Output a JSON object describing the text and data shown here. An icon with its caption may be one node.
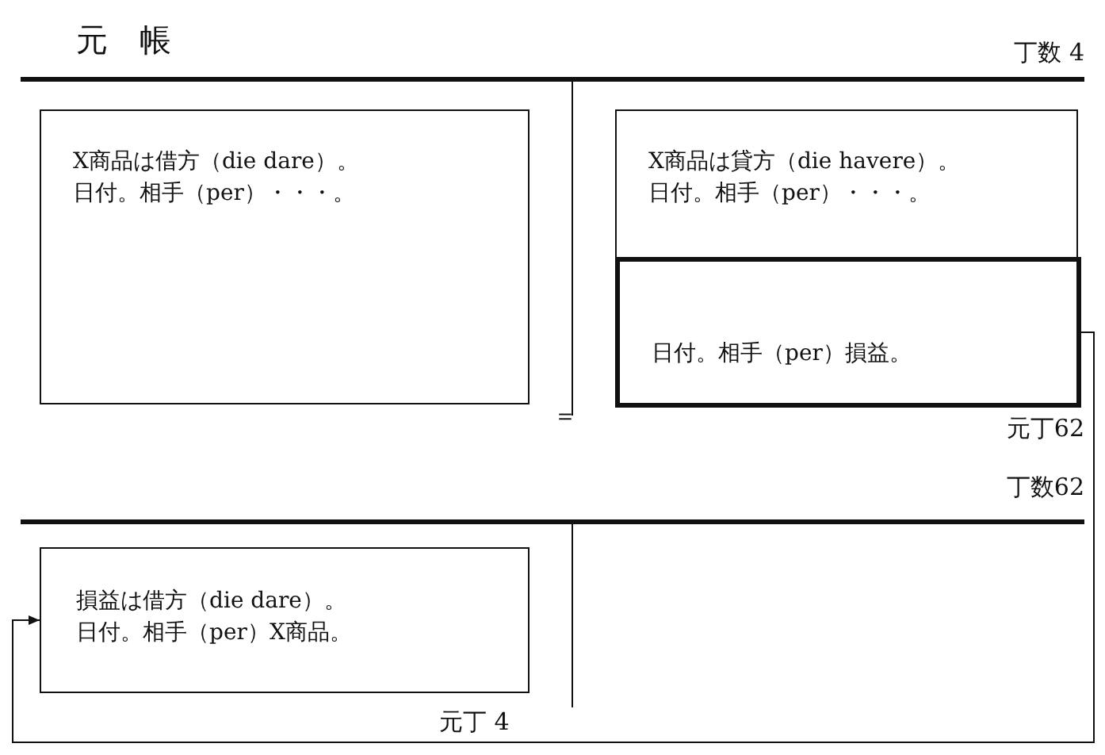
{
  "diagram": {
    "title": "元　帳",
    "nodes": [
      {
        "text": [
          "X商品は借方（die dare）。",
          "日付。相手（per）・・・。"
        ]
      },
      {
        "text": [
          "X商品は貸方（die havere）。",
          "日付。相手（per）・・・。"
        ]
      },
      {
        "text": [
          "日付。相手（per）損益。"
        ],
        "in": 1
      },
      {
        "text": [
          "損益は借方（die dare）。",
          "日付。相手（per）X商品。"
        ]
      }
    ],
    "edges": [
      {
        "from": 2,
        "to": 3,
        "arrow": "to"
      }
    ],
    "labels": [
      "丁数 4",
      "＝",
      "元丁62",
      "丁数62",
      "元丁 4"
    ]
  }
}
